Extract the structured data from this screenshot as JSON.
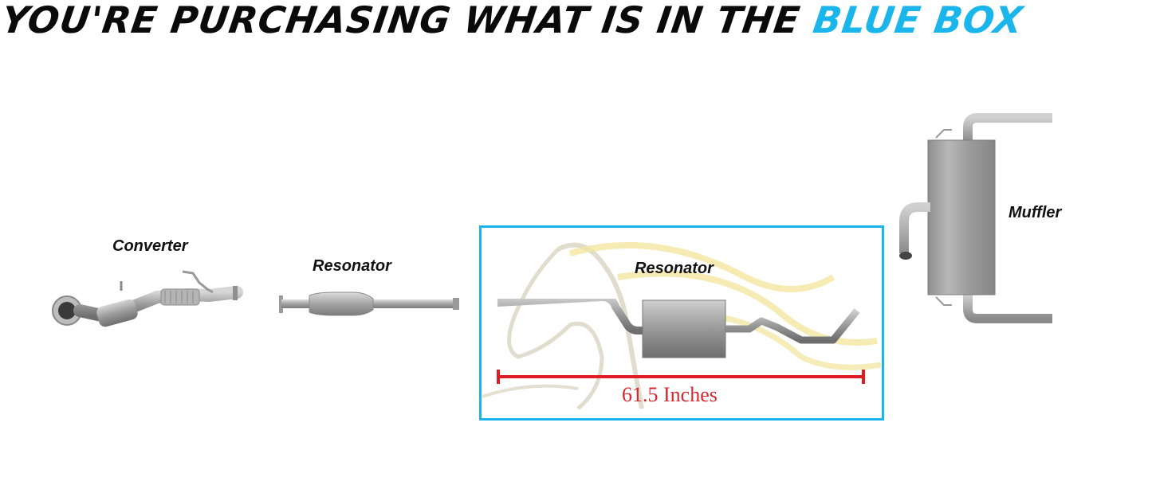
{
  "headline": {
    "prefix": "YOU'RE PURCHASING WHAT IS IN THE ",
    "highlight": "BLUE BOX",
    "text_color": "#0a0a0a",
    "highlight_color": "#1ab5ea"
  },
  "components": [
    {
      "id": "converter",
      "label": "Converter",
      "icon": "catalytic-converter-pipe-icon",
      "in_blue_box": false
    },
    {
      "id": "resonator-front",
      "label": "Resonator",
      "icon": "straight-resonator-pipe-icon",
      "in_blue_box": false
    },
    {
      "id": "resonator-mid",
      "label": "Resonator",
      "icon": "resonator-pipe-assembly-icon",
      "in_blue_box": true
    },
    {
      "id": "muffler",
      "label": "Muffler",
      "icon": "rear-muffler-dual-tip-icon",
      "in_blue_box": false
    }
  ],
  "blue_box": {
    "border_color": "#1ab5ea",
    "measurement": {
      "value": "61.5",
      "unit": "Inches",
      "label": "61.5 Inches",
      "color": "#d9262e"
    }
  },
  "watermark": {
    "icon": "horse-head-logo-icon",
    "color": "#f2e6a0"
  }
}
